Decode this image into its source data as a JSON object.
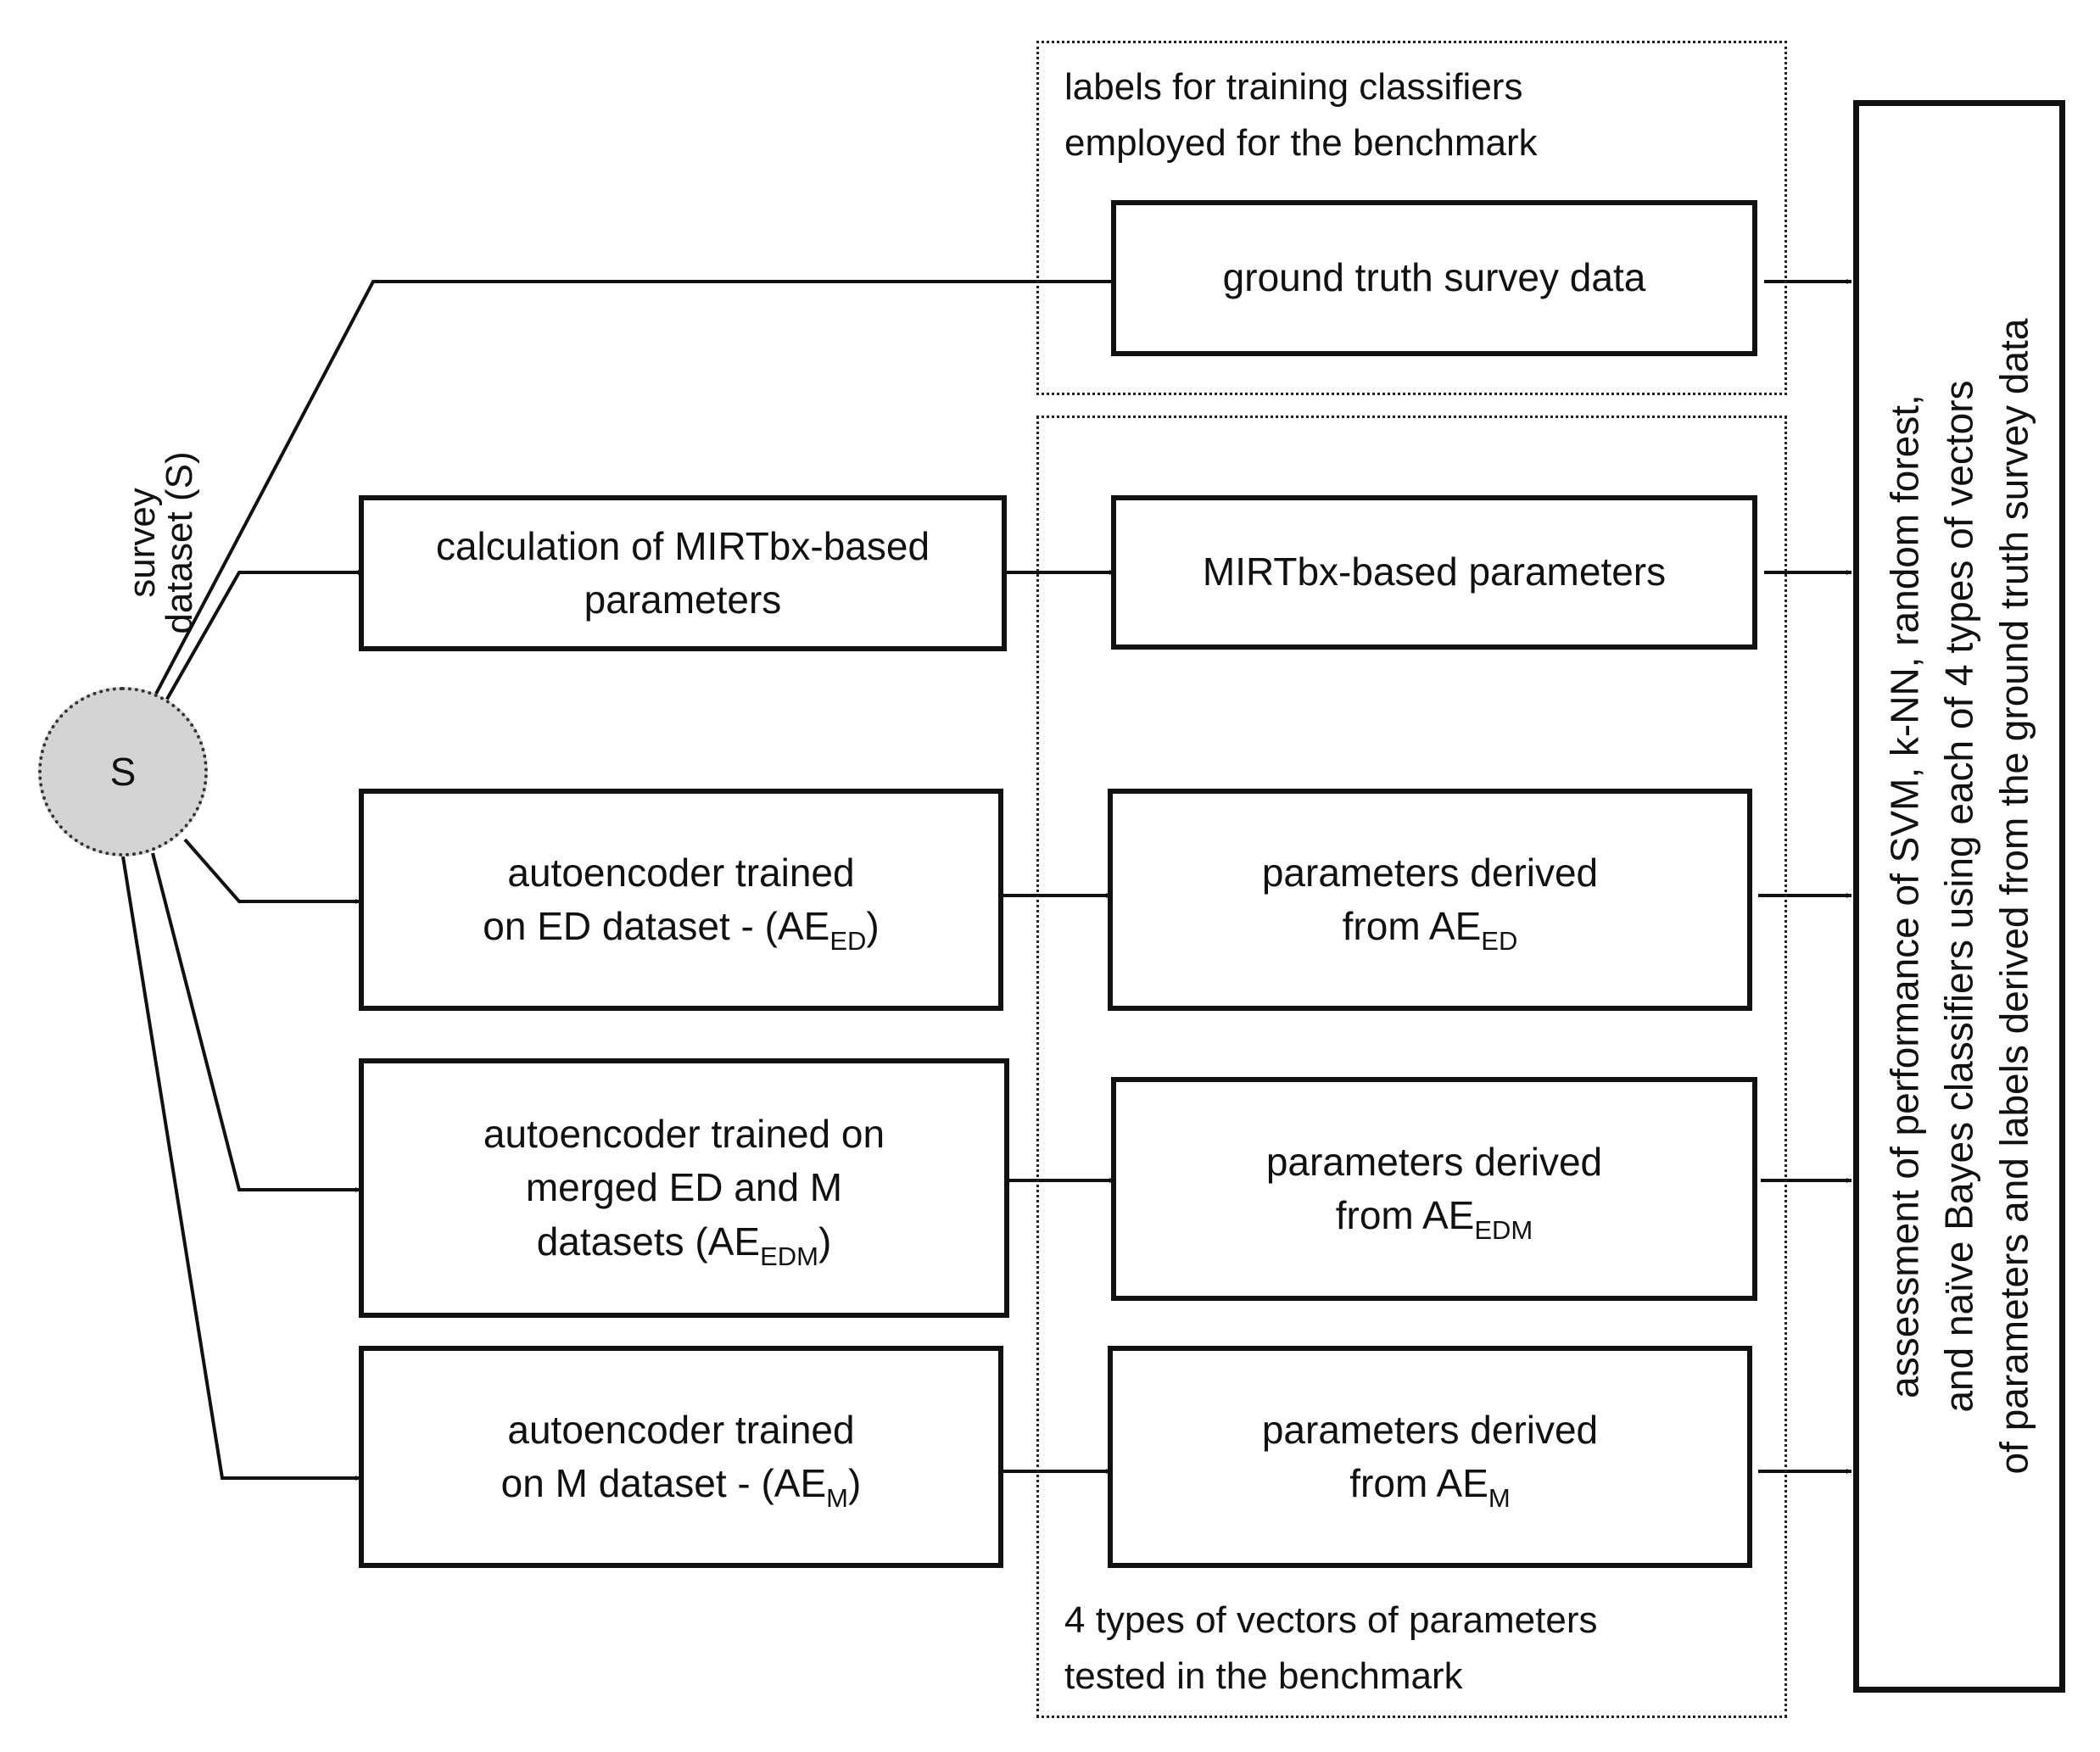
{
  "source": {
    "symbol": "S",
    "caption_lines": [
      "survey",
      "dataset (S)"
    ]
  },
  "top_region": {
    "caption_lines": [
      "labels for training classifiers",
      "employed for the benchmark"
    ]
  },
  "middle_region": {
    "caption_lines": [
      "4 types of vectors of parameters",
      "tested in the benchmark"
    ]
  },
  "boxes": {
    "ground_truth": {
      "line1": "ground truth survey data"
    },
    "mirtbx_calc": {
      "line1": "calculation of MIRTbx-based",
      "line2": "parameters"
    },
    "mirtbx_params": {
      "line1": "MIRTbx-based parameters"
    },
    "ae_ed": {
      "line1": "autoencoder trained",
      "line2": "on ED dataset - (AE",
      "sub": "ED",
      "suffix": ")"
    },
    "params_ed": {
      "line1": "parameters derived",
      "line2": "from AE",
      "sub": "ED"
    },
    "ae_edm": {
      "line1": "autoencoder trained on",
      "line2": "merged ED and M",
      "line3": "datasets (AE",
      "sub": "EDM",
      "suffix": ")"
    },
    "params_edm": {
      "line1": "parameters derived",
      "line2": "from AE",
      "sub": "EDM"
    },
    "ae_m": {
      "line1": "autoencoder trained",
      "line2": "on M dataset - (AE",
      "sub": "M",
      "suffix": ")"
    },
    "params_m": {
      "line1": "parameters derived",
      "line2": "from AE",
      "sub": "M"
    }
  },
  "assessment": {
    "lines": [
      "assessment of performance of SVM, k-NN, random forest,",
      "and naïve Bayes classifiers using each of 4 types of vectors",
      "of parameters and labels derived from the ground truth survey data"
    ]
  },
  "colors": {
    "stroke": "#111111",
    "node_fill": "#d4d4d4",
    "background": "#ffffff"
  }
}
